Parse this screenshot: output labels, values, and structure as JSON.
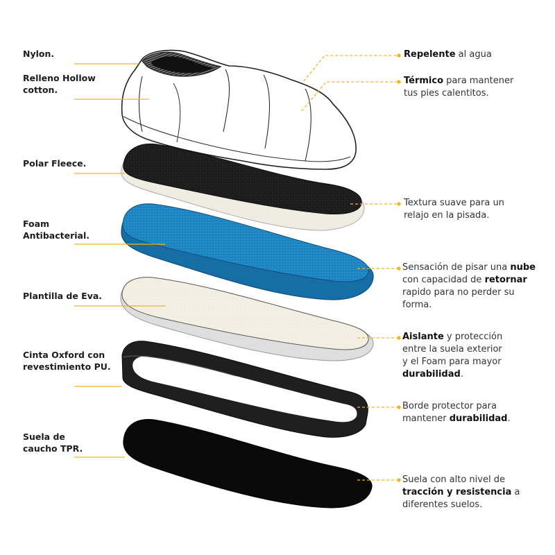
{
  "left_labels": [
    {
      "id": "nylon",
      "lines": [
        "Nylon."
      ]
    },
    {
      "id": "relleno",
      "lines": [
        "Relleno Hollow",
        "cotton."
      ]
    },
    {
      "id": "polar",
      "lines": [
        "Polar Fleece."
      ]
    },
    {
      "id": "foam",
      "lines": [
        "Foam",
        "Antibacterial."
      ]
    },
    {
      "id": "plantilla",
      "lines": [
        "Plantilla de Eva."
      ]
    },
    {
      "id": "cinta",
      "lines": [
        "Cinta Oxford con",
        "revestimiento PU."
      ]
    },
    {
      "id": "suela",
      "lines": [
        "Suela de",
        "caucho TPR."
      ]
    }
  ],
  "right_labels": {
    "repelente": {
      "bold": "Repelente",
      "rest": " al agua"
    },
    "termico": {
      "bold": "Térmico",
      "rest": " para mantener",
      "line2": "tus pies calentitos."
    },
    "textura": {
      "line1": "Textura suave para un",
      "line2": "relajo en la pisada."
    },
    "sensacion": {
      "pre": "Sensación de pisar una ",
      "bold1": "nube",
      "pre2": "con capacidad de ",
      "bold2": "retornar",
      "line3": "rapido para no perder su",
      "line4": " forma."
    },
    "aislante": {
      "bold": "Aislante",
      "rest": " y protección",
      "line2": "entre la suela exterior",
      "line3": "y el Foam para mayor",
      "bold2": "durabilidad",
      "end": "."
    },
    "borde": {
      "line1": "Borde protector para",
      "pre2": "mantener ",
      "bold2": "durabilidad",
      "end": "."
    },
    "suela_desc": {
      "line1": "Suela con alto nivel de",
      "bold": "tracción y resistencia",
      "rest": " a",
      "line3": "diferentes suelos."
    }
  },
  "colors": {
    "accent_yellow": "#f5b21b",
    "foam_blue": "#1f86c4",
    "fleece_black": "#1a1a1a",
    "eva_cream": "#f2eee2",
    "strap_gray": "#555555",
    "sole_black": "#0a0a0a"
  }
}
